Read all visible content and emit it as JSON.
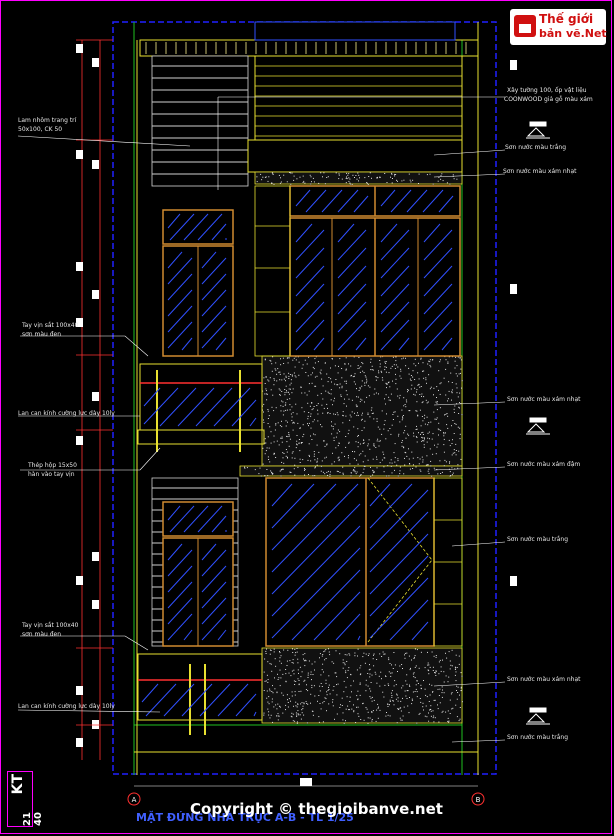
{
  "brand": {
    "name_line1": "Thế giới",
    "name_line2": "bản vẽ.Net",
    "color": "#d01010"
  },
  "notes": {
    "n1": "Xây tường 100, ốp vật liệu",
    "n2": "COONWOOD giả gỗ màu xám",
    "n3": "Lam nhôm trang trí",
    "n4": "50x100, CK 50",
    "n5": "Sơn nước màu trắng",
    "n6": "Sơn nước màu xám nhạt",
    "n7": "Tay vịn sắt 100x40",
    "n8": "sơn màu đen",
    "n9": "Lan can kính cường lực dày 10ly",
    "n10": "Sơn nước màu xám nhạt",
    "n11": "Thép hộp 15x50",
    "n12": "hàn vào tay vịn",
    "n13": "Sơn nước màu xám đậm",
    "n14": "Sơn nước màu trắng",
    "n15": "Tay vịn sắt 100x40",
    "n16": "sơn màu đen",
    "n17": "Sơn nước màu xám nhạt",
    "n18": "Lan can kính cường lực dày 10ly",
    "n19": "Sơn nước màu trắng"
  },
  "grid": {
    "left": "A",
    "right": "B"
  },
  "sheet": {
    "code": "KT",
    "number": "21",
    "total": "40"
  },
  "drawing_title": "MẶT ĐỨNG NHÀ TRỤC A-B - TL 1/25",
  "watermark": "Copyright © thegioibanve.net",
  "colors": {
    "frame": "#ff00ff",
    "cad_blue": "#2020ff",
    "cad_yellow": "#e8e030",
    "cad_green": "#20c020",
    "cad_orange": "#d08a30",
    "glass": "#3050ff"
  }
}
